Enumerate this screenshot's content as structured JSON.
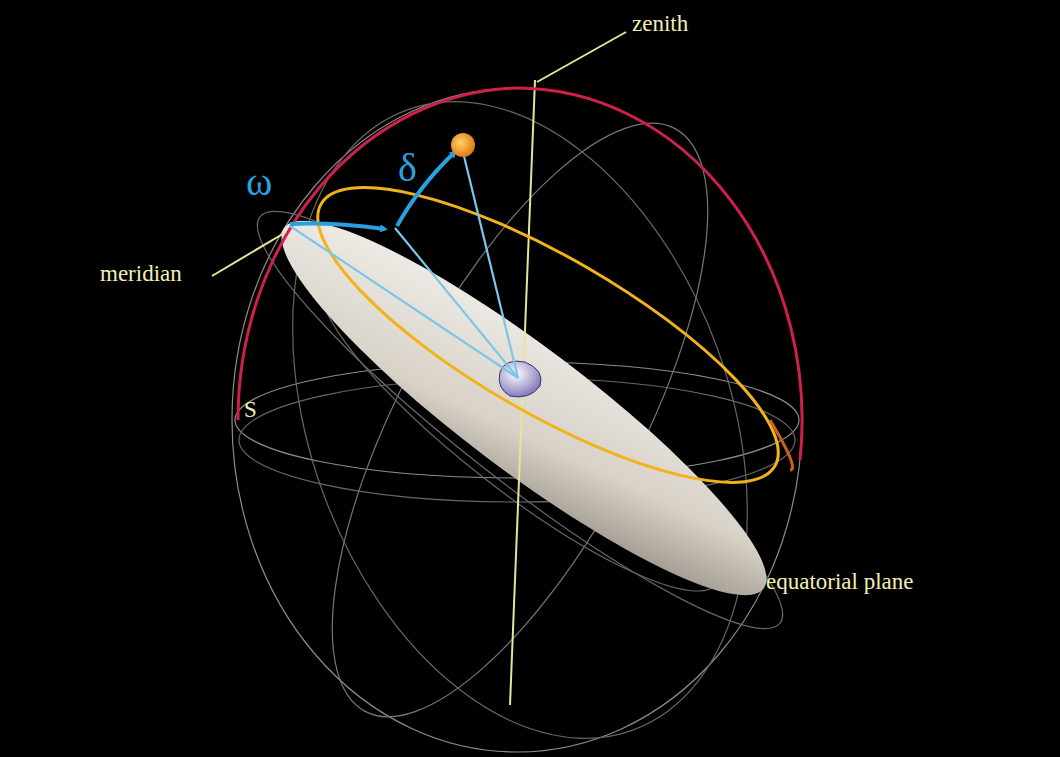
{
  "diagram": {
    "labels": [
      "zenith",
      "ω",
      "δ",
      "meridian",
      "S",
      "equatorial plane"
    ]
  }
}
